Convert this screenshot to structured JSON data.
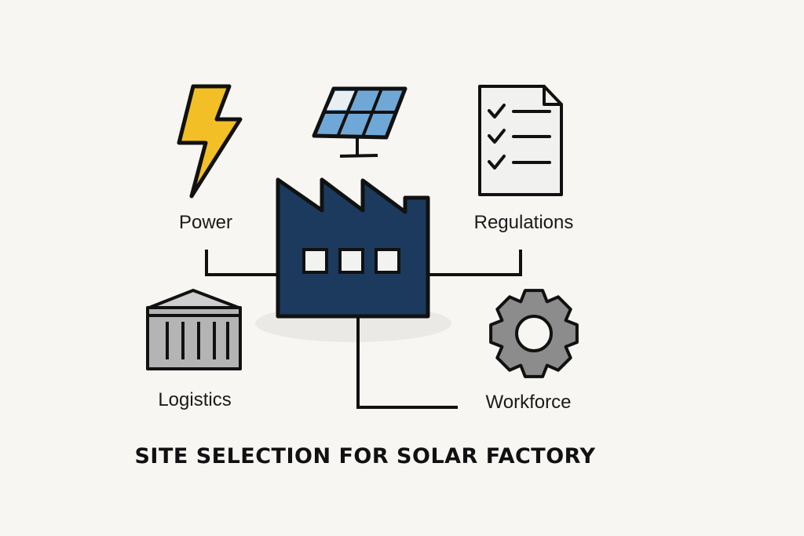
{
  "title": "SITE SELECTION FOR SOLAR FACTORY",
  "nodes": {
    "center": {
      "icon": "factory-icon"
    },
    "top": {
      "icon": "solar-panel-icon"
    },
    "power": {
      "label": "Power",
      "icon": "lightning-icon"
    },
    "regulations": {
      "label": "Regulations",
      "icon": "checklist-document-icon"
    },
    "logistics": {
      "label": "Logistics",
      "icon": "warehouse-icon"
    },
    "workforce": {
      "label": "Workforce",
      "icon": "gear-icon"
    }
  },
  "colors": {
    "factory": "#1c3a5e",
    "bolt": "#f2bf26",
    "panel": "#6fa8d6",
    "gear": "#8c8c8c",
    "background": "#f7f6f3"
  }
}
